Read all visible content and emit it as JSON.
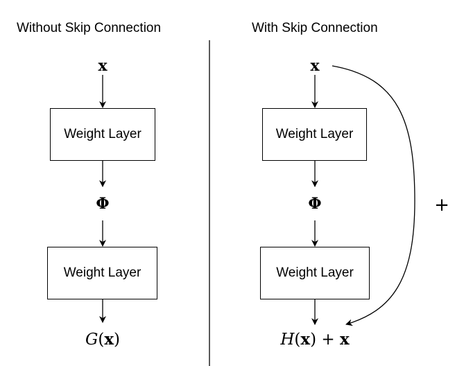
{
  "left_panel": {
    "heading": "Without Skip Connection",
    "input": "x",
    "layer1": "Weight Layer",
    "activation": "Φ",
    "layer2": "Weight Layer",
    "output": {
      "func": "G",
      "open": "(",
      "arg": "x",
      "close": ")"
    }
  },
  "right_panel": {
    "heading": "With Skip Connection",
    "input": "x",
    "layer1": "Weight Layer",
    "activation": "Φ",
    "layer2": "Weight Layer",
    "skip_label": "+",
    "output": {
      "func": "H",
      "open": "(",
      "arg": "x",
      "close": ")",
      "plus": " + ",
      "skip": "x"
    }
  }
}
